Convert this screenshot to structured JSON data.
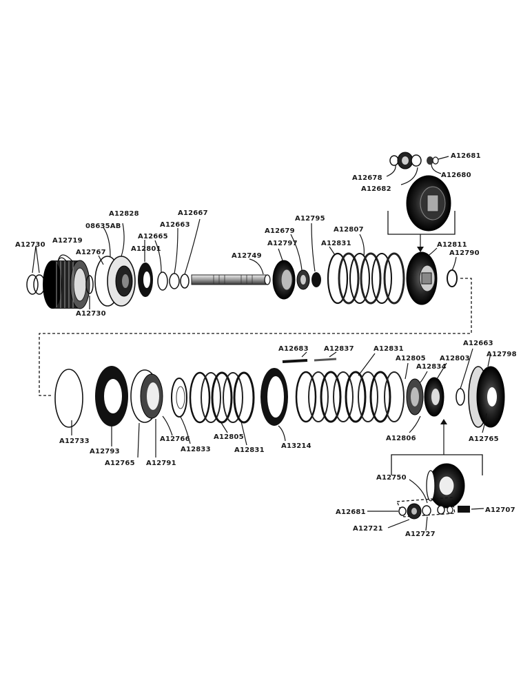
{
  "part_numbers": {
    "A12681_top": "A12681",
    "A12678": "A12678",
    "A12680": "A12680",
    "A12682": "A12682",
    "A12828": "A12828",
    "A12667": "A12667",
    "A12795": "A12795",
    "O8635AB": "08635AB",
    "A12663_top": "A12663",
    "A12807": "A12807",
    "A12665": "A12665",
    "A12679": "A12679",
    "A12811": "A12811",
    "A12719": "A12719",
    "A12730_left": "A12730",
    "A12767": "A12767",
    "A12801": "A12801",
    "A12797": "A12797",
    "A12831_top": "A12831",
    "A12790": "A12790",
    "A12749": "A12749",
    "A12730_bottom": "A12730",
    "A12683": "A12683",
    "A12837": "A12837",
    "A12831_mid": "A12831",
    "A12663_right": "A12663",
    "A12805_right": "A12805",
    "A12803": "A12803",
    "A12798": "A12798",
    "A12834": "A12834",
    "A12733": "A12733",
    "A12766": "A12766",
    "A12806": "A12806",
    "A12765_right": "A12765",
    "A12793": "A12793",
    "A12805_left": "A12805",
    "A12833": "A12833",
    "A13214": "A13214",
    "A12831_bottom": "A12831",
    "A12765_left": "A12765",
    "A12791": "A12791",
    "A12750": "A12750",
    "A12681_bottom": "A12681",
    "A12707": "A12707",
    "A12721": "A12721",
    "A12727": "A12727"
  },
  "colors": {
    "ink": "#111111",
    "paper": "#ffffff",
    "steel_dark": "#1c1c1c",
    "steel_mid": "#555555",
    "steel_light": "#b8b8b8"
  }
}
